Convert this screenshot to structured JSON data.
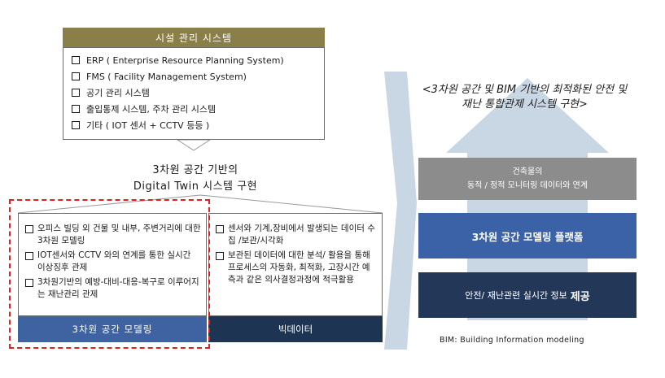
{
  "facility_system": {
    "title": "시설 관리 시스템",
    "items": [
      "ERP ( Enterprise Resource Planning System)",
      "FMS ( Facility Management System)",
      "공기 관리 시스템",
      "출입통제 시스템, 주차 관리 시스템",
      "기타 ( IOT 센서 + CCTV 등등 )"
    ]
  },
  "digital_twin": {
    "line1": "3차원 공간 기반의",
    "line2": "Digital Twin 시스템 구현"
  },
  "modeling_panel": {
    "items": [
      "오피스 빌딩 외 건물 및 내부, 주변거리에 대한 3차원 모델링",
      "IOT센서와 CCTV 와의 연계를 통한 실시간 이상징후 관제",
      "3차원기반의 예방-대비-대응-복구로 이루어지는 재난관리 관제"
    ],
    "label": "3차원 공간 모델링"
  },
  "bigdata_panel": {
    "items": [
      "센서와 기계,장비에서 발생되는 데이터 수집 /보관/시각화",
      "보관된 데이터에 대한 분석/ 활용을 통해 프로세스의 자동화, 최적화, 고장시간 예측과 같은 의사결정과정에 적극활용"
    ],
    "label": "빅데이터"
  },
  "right_title": {
    "line1": "<3차원 공간 및 BIM 기반의 최적화된 안전 및",
    "line2": "재난 통합관제 시스템 구현>"
  },
  "stack": {
    "box1_line1": "건축물의",
    "box1_line2": "동적 / 정적 모니터링 데이터와 연계",
    "box2": "3차원 공간 모델링 플랫폼",
    "box3_prefix": "안전/ 재난관련 실시간 정보",
    "box3_emph": "제공"
  },
  "bim_note": "BIM: Building Information modeling",
  "colors": {
    "header_olive": "#8a7f49",
    "bar_blue": "#3f62a0",
    "bar_navy": "#1d3452",
    "arrow_light": "#c9d6e3",
    "highlight_red": "#e0201f"
  }
}
